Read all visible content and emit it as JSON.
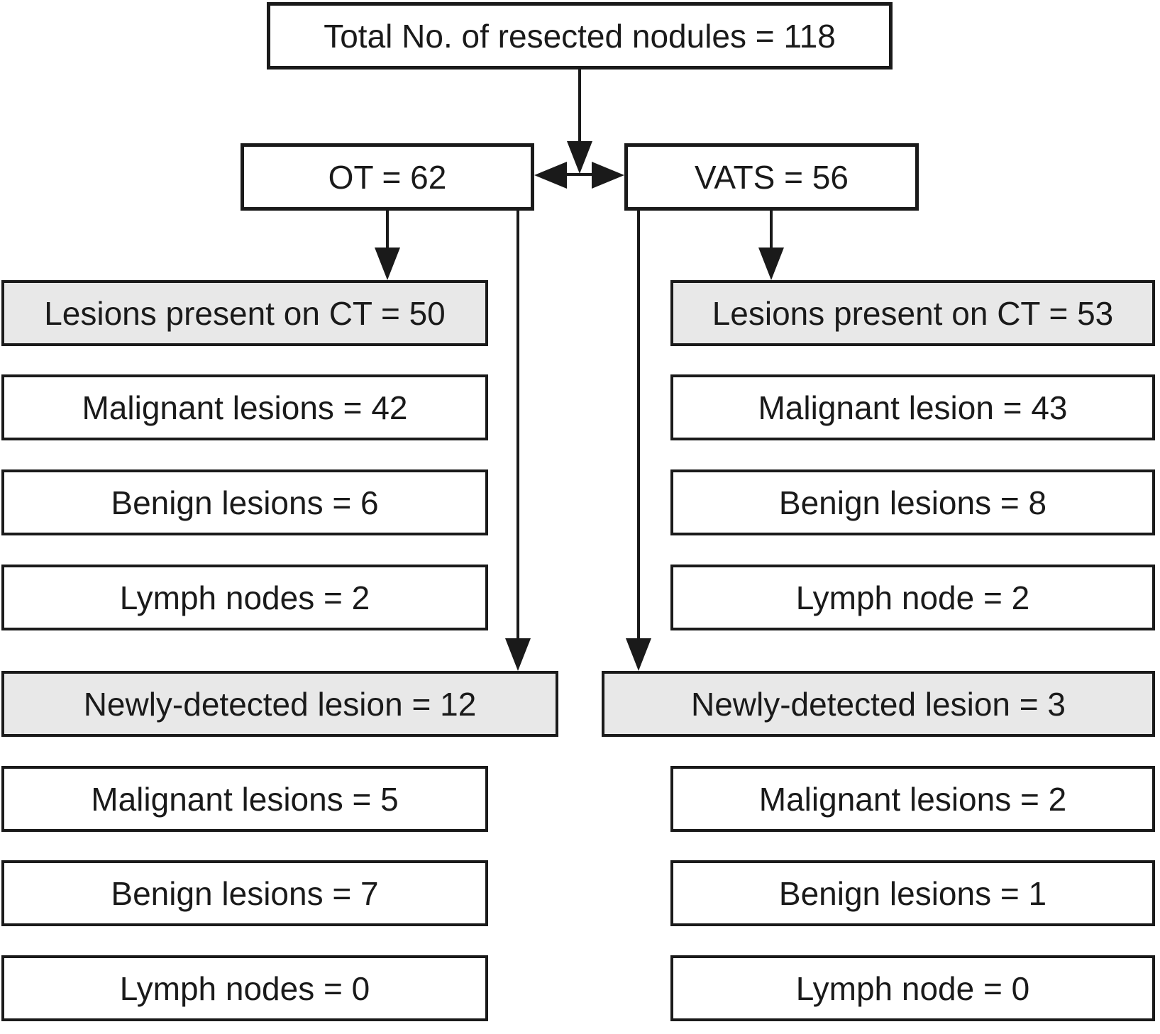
{
  "diagram": {
    "root": {
      "label": "Total No. of resected nodules = 118"
    },
    "branches": {
      "ot": {
        "label": "OT = 62"
      },
      "vats": {
        "label": "VATS = 56"
      }
    },
    "left_column": {
      "rows": [
        {
          "label": "Lesions present on CT = 50",
          "highlighted": true
        },
        {
          "label": "Malignant lesions = 42",
          "highlighted": false
        },
        {
          "label": "Benign lesions = 6",
          "highlighted": false
        },
        {
          "label": "Lymph nodes = 2",
          "highlighted": false
        },
        {
          "label": "Newly-detected lesion = 12",
          "highlighted": true
        },
        {
          "label": "Malignant lesions = 5",
          "highlighted": false
        },
        {
          "label": "Benign lesions = 7",
          "highlighted": false
        },
        {
          "label": "Lymph nodes = 0",
          "highlighted": false
        }
      ]
    },
    "right_column": {
      "rows": [
        {
          "label": "Lesions present on CT = 53",
          "highlighted": true
        },
        {
          "label": "Malignant lesion = 43",
          "highlighted": false
        },
        {
          "label": "Benign lesions = 8",
          "highlighted": false
        },
        {
          "label": "Lymph node = 2",
          "highlighted": false
        },
        {
          "label": "Newly-detected lesion = 3",
          "highlighted": true
        },
        {
          "label": "Malignant lesions = 2",
          "highlighted": false
        },
        {
          "label": "Benign lesions = 1",
          "highlighted": false
        },
        {
          "label": "Lymph node = 0",
          "highlighted": false
        }
      ]
    },
    "colors": {
      "border": "#1a1a1a",
      "box_fill": "#ffffff",
      "highlight_fill": "#e8e8e8",
      "arrow": "#1a1a1a",
      "background": "#ffffff"
    }
  }
}
